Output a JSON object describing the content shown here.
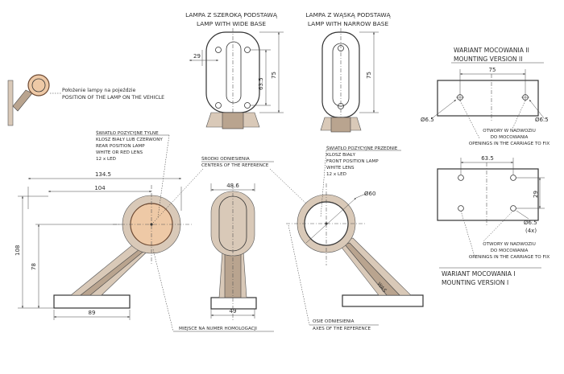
{
  "titles": {
    "wide_base_pl": "LAMPA Z SZEROKĄ PODSTAWĄ",
    "wide_base_en": "LAMP WITH WIDE BASE",
    "narrow_base_pl": "LAMPA Z WĄSKĄ PODSTAWĄ",
    "narrow_base_en": "LAMP WITH NARROW BASE",
    "variant2_pl": "WARIANT MOCOWANIA II",
    "variant2_en": "MOUNTING VERSION II",
    "variant1_pl": "WARIANT MOCOWANIA I",
    "variant1_en": "MOUNTING VERSION I",
    "position_pl": "Położenie lampy na pojeździe",
    "position_en": "POSITION OF THE LAMP ON THE VEHICLE"
  },
  "labels": {
    "rear_light": [
      "ŚWIATŁO POZYCYJNE TYLNE",
      "KLOSZ BIAŁY LUB CZERWONY",
      "REAR POSITION LAMP",
      "WHITE OR RED LENS",
      "12 x LED"
    ],
    "front_light": [
      "ŚWIATŁO POZYCYJNE PRZEDNIE",
      "KLOSZ BIAŁY",
      "FRONT POSITION LAMP",
      "WHITE LENS",
      "12 x LED"
    ],
    "reference_centres": [
      "ŚRODKI ODNIESIENIA",
      "CENTERS OF THE REFERENCE"
    ],
    "reference_axes": [
      "OSIE ODNIESIENIA",
      "AXES OF THE REFERENCE"
    ],
    "homologation": "MIEJSCE NA NUMER HOMOLOGACJI",
    "holes_v2": [
      "OTWORY W NADWOZIU",
      "DO MOCOWANIA",
      "OPENINGS IN THE CARRIAGE TO FIX"
    ],
    "holes_v1": [
      "OTWORY W NADWOZIU",
      "DO MOCOWANIA",
      "OPENINGS IN THE CARRIAGE TO FIX"
    ],
    "brand_mark": "WAŚ"
  },
  "dimensions": {
    "wide_29": "29",
    "wide_63_5": "63.5",
    "wide_75": "75",
    "narrow_75": "75",
    "side_134_5": "134.5",
    "side_104": "104",
    "side_108": "108",
    "side_78": "78",
    "side_89": "89",
    "front_48_6": "48.6",
    "front_49": "49",
    "front_d60": "Ø60",
    "v2_75": "75",
    "v2_d6_5_left": "Ø6.5",
    "v2_d6_5_right": "Ø6.5",
    "v1_63_5": "63.5",
    "v1_29": "29",
    "v1_d6_5": "Ø6.5",
    "v1_4x": "(4x)"
  },
  "colors": {
    "line": "#333333",
    "rear_lens": "#eec9a6",
    "body": "#d9c9b8"
  }
}
